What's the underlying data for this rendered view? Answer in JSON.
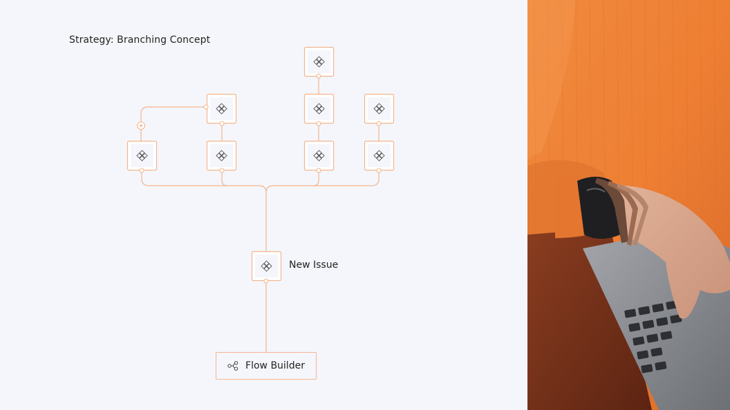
{
  "title": "Strategy: Branching Concept",
  "new_issue_label": "New Issue",
  "flow_builder_label": "Flow Builder",
  "icons": {
    "node": "diamond-grid-icon",
    "add": "plus-icon",
    "flow_builder": "branch-nodes-icon"
  },
  "colors": {
    "background": "#f5f6fb",
    "accent": "#f3b58d",
    "text": "#222222"
  }
}
